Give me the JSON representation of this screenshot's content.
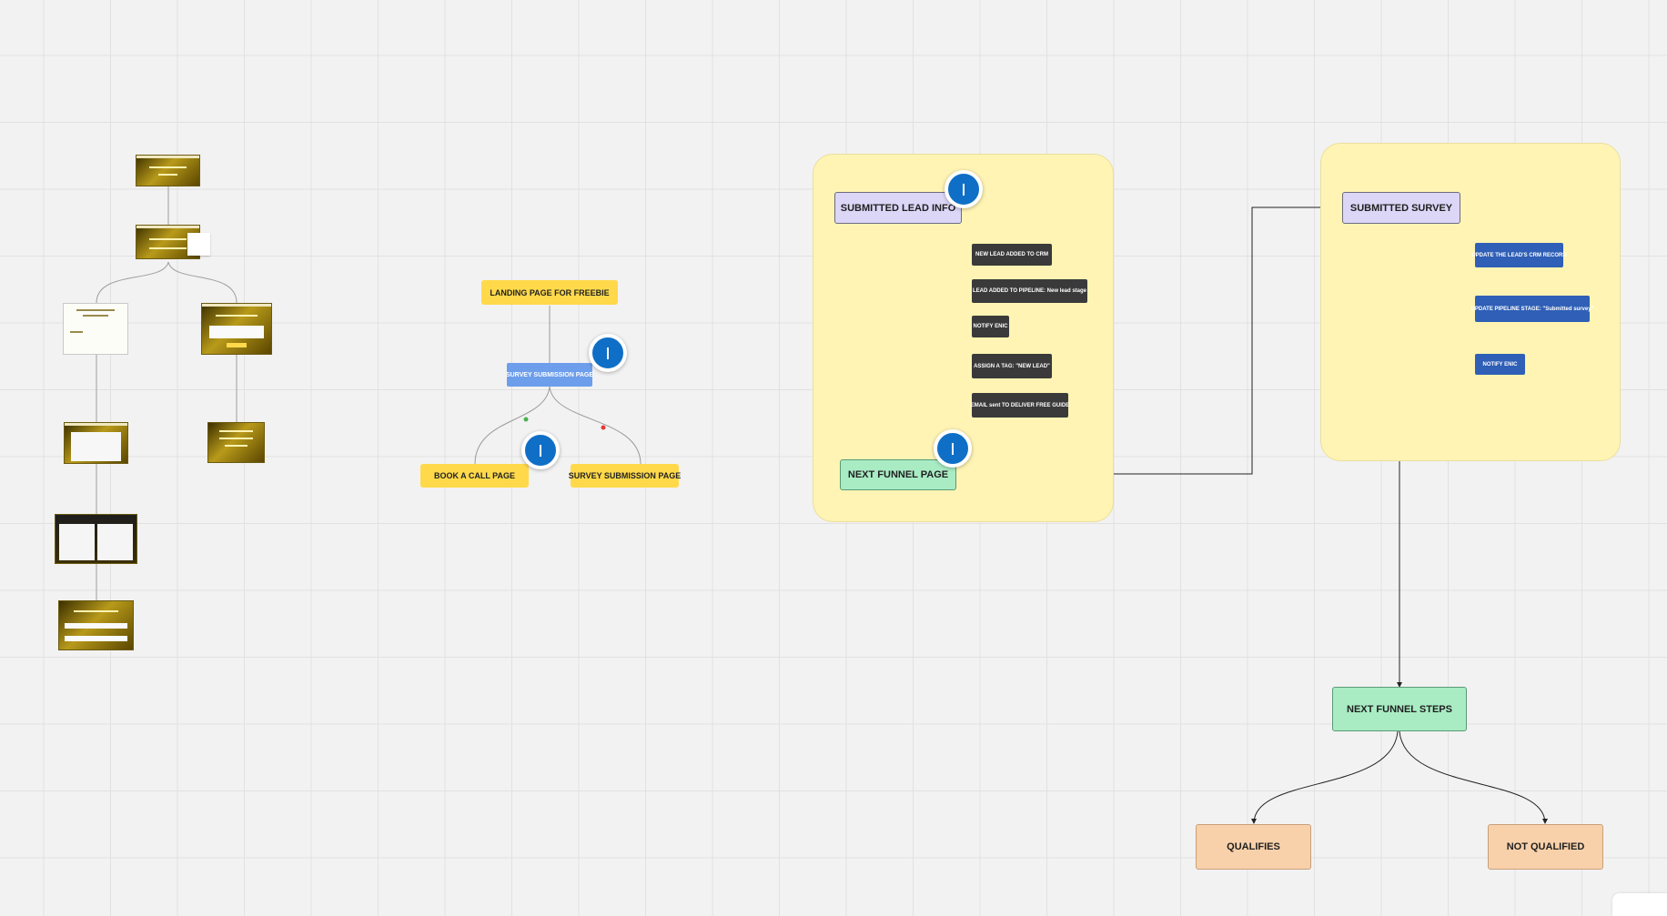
{
  "diagram": {
    "funnel_map": {
      "landing_page_for_freebie": "LANDING PAGE FOR FREEBIE",
      "survey_submission_page": "SURVEY SUBMISSION PAGE",
      "book_a_call_page": "BOOK A CALL PAGE",
      "survey_submission_page_2": "SURVEY SUBMISSION PAGE"
    },
    "lead_info_group": {
      "submitted_lead_info": "SUBMITTED LEAD INFO",
      "actions": [
        "NEW LEAD ADDED TO CRM",
        "LEAD ADDED TO PIPELINE: New lead stage",
        "NOTIFY ENIC",
        "ASSIGN A TAG: \"NEW LEAD\"",
        "EMAIL sent TO DELIVER FREE GUIDE"
      ],
      "next_funnel_page": "NEXT FUNNEL PAGE"
    },
    "survey_group": {
      "submitted_survey": "SUBMITTED SURVEY",
      "actions": [
        "UPDATE THE LEAD'S CRM RECORD",
        "UPDATE PIPELINE STAGE: \"Submitted survey\"",
        "NOTIFY ENIC"
      ]
    },
    "next_funnel_steps": "NEXT FUNNEL STEPS",
    "qualifies": "QUALIFIES",
    "not_qualified": "NOT QUALIFIED"
  },
  "colors": {
    "canvas": "#f2f2f2",
    "frame_yellow": "#fff4b4",
    "sticky_yellow": "#ffd94a",
    "blue_node": "#6d9eeb",
    "purple_node": "#dcd6f7",
    "green_node": "#a9ecc4",
    "peach_node": "#f8d1aa",
    "dark_action": "#3a3a3a",
    "blue_action": "#2f5fb6",
    "avatar": "#0f6fc6"
  },
  "icons": {
    "collaborator_cursor": "user-avatar-icon"
  }
}
